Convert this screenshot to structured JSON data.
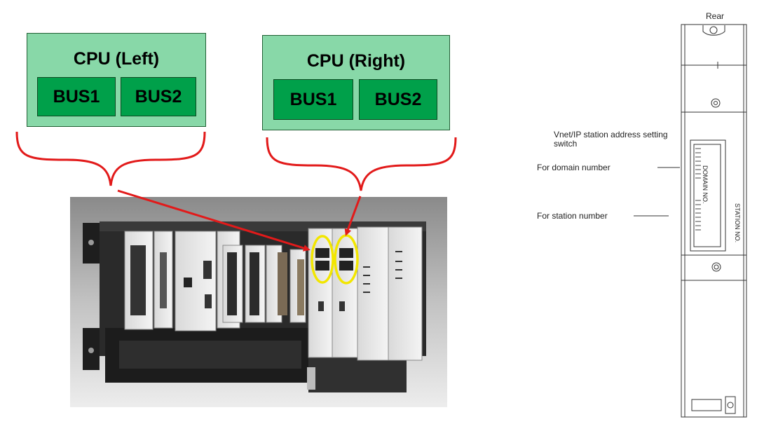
{
  "cpu_left": {
    "title": "CPU (Left)",
    "bus1": "BUS1",
    "bus2": "BUS2"
  },
  "cpu_right": {
    "title": "CPU (Right)",
    "bus1": "BUS1",
    "bus2": "BUS2"
  },
  "rear_panel": {
    "rear_label": "Rear",
    "switch_label": "Vnet/IP station address setting switch",
    "domain_label": "For domain number",
    "station_label": "For station number",
    "vertical_label_top": "DOMAIN NO.",
    "vertical_label_bottom": "STATION NO."
  },
  "colors": {
    "box_fill": "#88d8a8",
    "bus_fill": "#00a04a",
    "arrow": "#e21a1a",
    "highlight": "#f2e600"
  }
}
